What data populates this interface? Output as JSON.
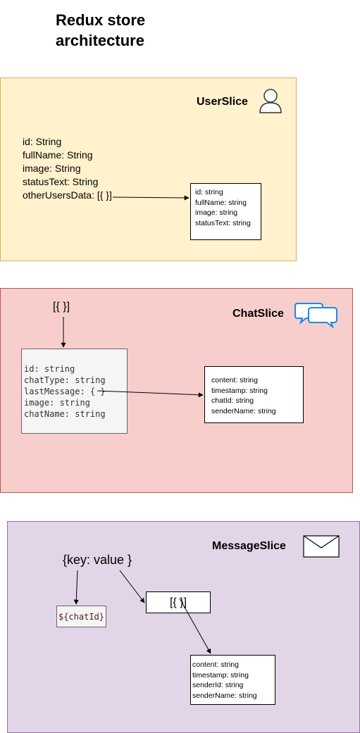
{
  "title": {
    "line1": "Redux store",
    "line2": "architecture"
  },
  "user_slice": {
    "title": "UserSlice",
    "icon": "user-icon",
    "fields": [
      "id: String",
      "fullName: String",
      "image: String",
      "statusText: String",
      "otherUsersData: [{ }]"
    ],
    "other_user": [
      "id: string",
      "fullName: string",
      "image: string",
      "statusText: string"
    ]
  },
  "chat_slice": {
    "title": "ChatSlice",
    "icon": "chat-bubbles-icon",
    "array_label": "[{ }]",
    "chat_fields": [
      "id: string",
      "chatType: string",
      "lastMessage: { }",
      "image: string",
      "chatName: string"
    ],
    "last_message": [
      "content: string",
      "timestamp: string",
      "chatId: string",
      "senderName: string"
    ]
  },
  "message_slice": {
    "title": "MessageSlice",
    "icon": "envelope-icon",
    "map_label": "{key: value }",
    "key_label": "${chatId}",
    "array_label": "[{ }]",
    "message_fields": [
      "content: string",
      "timestamp: string",
      "senderId: string",
      "senderName: string"
    ]
  },
  "colors": {
    "user_fill": "#fff2cc",
    "user_stroke": "#d6b656",
    "chat_fill": "#f8cecc",
    "chat_stroke": "#b85450",
    "message_fill": "#e1d5e7",
    "message_stroke": "#9673a6",
    "icon_blue": "#1e88e5"
  }
}
